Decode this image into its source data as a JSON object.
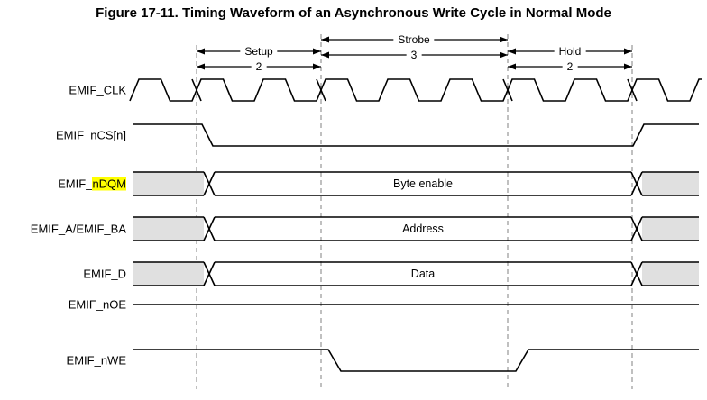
{
  "title": "Figure 17-11. Timing Waveform of an Asynchronous Write Cycle in Normal Mode",
  "timing_annotations": [
    {
      "label": "Setup",
      "cycles": "2"
    },
    {
      "label": "Strobe",
      "cycles": "3"
    },
    {
      "label": "Hold",
      "cycles": "2"
    }
  ],
  "signals": [
    {
      "name": "EMIF_CLK"
    },
    {
      "name": "EMIF_nCS[n]"
    },
    {
      "name": "EMIF_nDQM",
      "label_prefix": "EMIF_",
      "label_highlight": "nDQM",
      "bus_value": "Byte enable"
    },
    {
      "name": "EMIF_A/EMIF_BA",
      "bus_value": "Address"
    },
    {
      "name": "EMIF_D",
      "bus_value": "Data"
    },
    {
      "name": "EMIF_nOE"
    },
    {
      "name": "EMIF_nWE"
    }
  ],
  "colors": {
    "highlight": "#ffff00",
    "bus_invalid_fill": "#e0e0e0",
    "waveform": "#000000",
    "dashed_guide": "#808080"
  }
}
